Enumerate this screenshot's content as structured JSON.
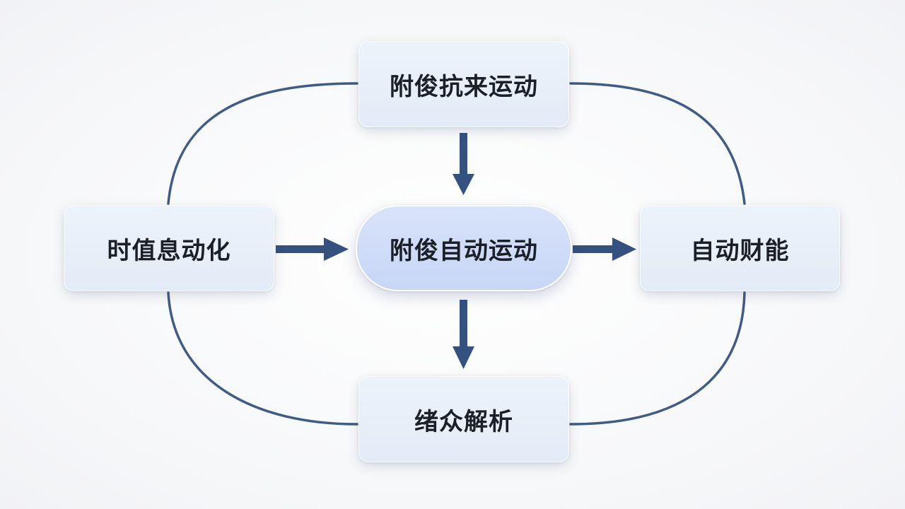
{
  "diagram": {
    "nodes": {
      "top": "附俊抗来运动",
      "left": "时值息动化",
      "center": "附俊自动运动",
      "right": "自动财能",
      "bottom": "绪众解析"
    },
    "colors": {
      "connector": "#3f5b86",
      "arrow": "#34517f",
      "node_fill": "#e6eef9",
      "center_fill": "#cdd9f7",
      "text": "#1b1f27"
    }
  }
}
